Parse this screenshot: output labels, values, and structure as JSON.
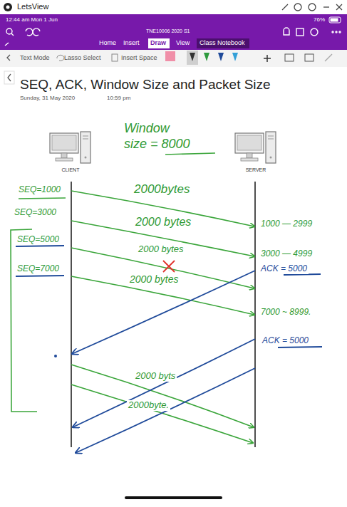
{
  "diagram": {
    "title": "SEQ, ACK, Window Size and Packet Size",
    "nodes": [
      {
        "text": [
          "CLIENT"
        ]
      },
      {
        "text": [
          "SERVER"
        ]
      }
    ],
    "labels": [
      "LetsView",
      "12:44 am  Mon 1 Jun",
      "TNE10006 2020 S1",
      "76%",
      "Home",
      "Insert",
      "Draw",
      "View",
      "Class Notebook",
      "Text Mode",
      "Lasso Select",
      "Insert Space",
      "Sunday, 31 May 2020",
      "10:59 pm",
      "Window size = 8000",
      "SEQ=1000",
      "SEQ=3000",
      "SEQ=5000",
      "SEQ=7000",
      "2000bytes",
      "2000 bytes",
      "2000 bytes",
      "2000 bytes",
      "1000 — 2999",
      "3000 — 4999",
      "ACK = 5000",
      "7000 ~ 8999.",
      "ACK = 5000",
      "2000 byts",
      "2000byte."
    ]
  }
}
